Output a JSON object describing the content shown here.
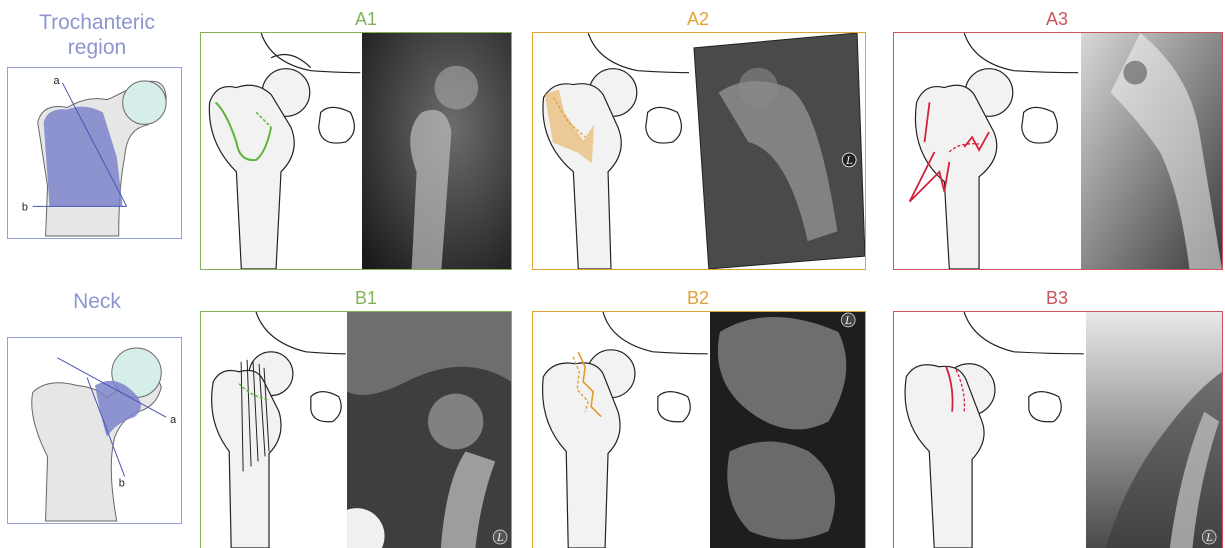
{
  "regions": [
    {
      "title_line1": "Trochanteric",
      "title_line2": "region",
      "line_a": "a",
      "line_b": "b"
    },
    {
      "title": "Neck",
      "line_a": "a",
      "line_b": "b"
    }
  ],
  "panels": [
    {
      "label": "A1",
      "color": "#7fb256"
    },
    {
      "label": "A2",
      "color": "#e3a235"
    },
    {
      "label": "A3",
      "color": "#c9545c"
    },
    {
      "label": "B1",
      "color": "#7fb256"
    },
    {
      "label": "B2",
      "color": "#e3a235"
    },
    {
      "label": "B3",
      "color": "#c9545c"
    }
  ],
  "colors": {
    "region_title": "#8d96cf",
    "region_fill": "#7b84c9",
    "head_fill": "#d6eeea",
    "fracture_green": "#5fb43c",
    "fracture_orange": "#e39a2a",
    "fracture_red": "#d6203a",
    "bone_fill": "#f2f2f2"
  },
  "watermark": "L"
}
